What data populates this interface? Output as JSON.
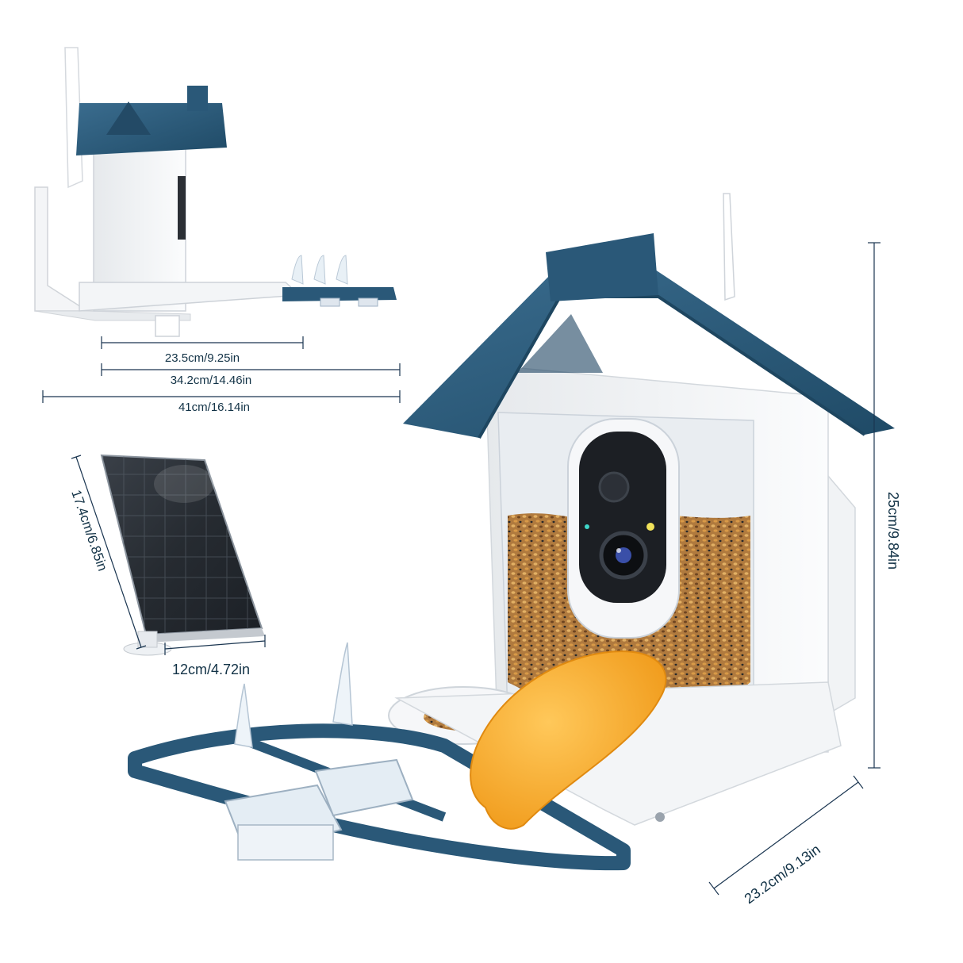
{
  "colors": {
    "roof": "#2a5878",
    "roof_dark": "#1f4560",
    "body_white": "#f2f4f6",
    "dimension_line": "#1a3550",
    "seed": "#b07a3e",
    "orange_slice": "#f5a623"
  },
  "side_view": {
    "dim_inner": "23.5cm/9.25in",
    "dim_middle": "34.2cm/14.46in",
    "dim_outer": "41cm/16.14in"
  },
  "solar_panel": {
    "height_label": "17.4cm/6.85in",
    "width_label": "12cm/4.72in"
  },
  "feeder_front": {
    "height_label": "25cm/9.84in",
    "depth_label": "23.2cm/9.13in"
  }
}
